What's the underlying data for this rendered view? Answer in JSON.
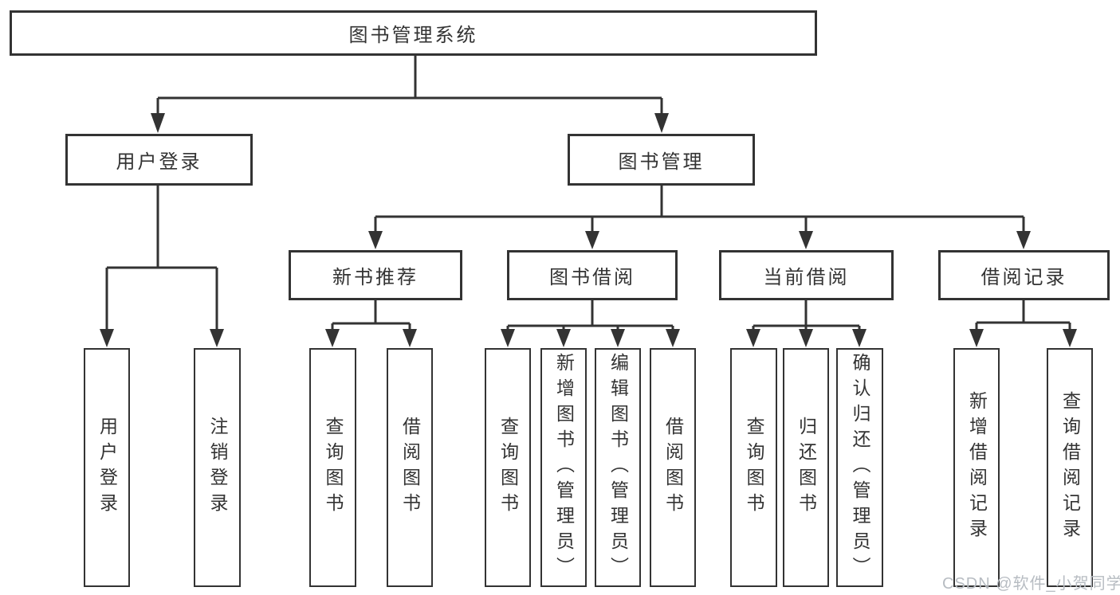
{
  "diagram": {
    "tree": {
      "root": {
        "label": "图书管理系统"
      },
      "level2": {
        "user_login": {
          "label": "用户登录"
        },
        "book_management": {
          "label": "图书管理"
        }
      },
      "level3": {
        "new_book": {
          "label": "新书推荐"
        },
        "borrow": {
          "label": "图书借阅"
        },
        "current": {
          "label": "当前借阅"
        },
        "records": {
          "label": "借阅记录"
        }
      },
      "leaves": {
        "user_login": [
          "用户登录",
          "注销登录"
        ],
        "new_book": [
          "查询图书",
          "借阅图书"
        ],
        "borrow": [
          "查询图书",
          "新增图书（管理员）",
          "编辑图书（管理员）",
          "借阅图书"
        ],
        "current": [
          "查询图书",
          "归还图书",
          "确认归还（管理员）"
        ],
        "records": [
          "新增借阅记录",
          "查询借阅记录"
        ]
      }
    },
    "colors": {
      "line": "#333333",
      "box_border": "#333333",
      "text": "#333333",
      "watermark": "#b7bcc2",
      "background": "#ffffff"
    }
  },
  "watermark": {
    "text": "CSDN @软件_小贺同学"
  }
}
